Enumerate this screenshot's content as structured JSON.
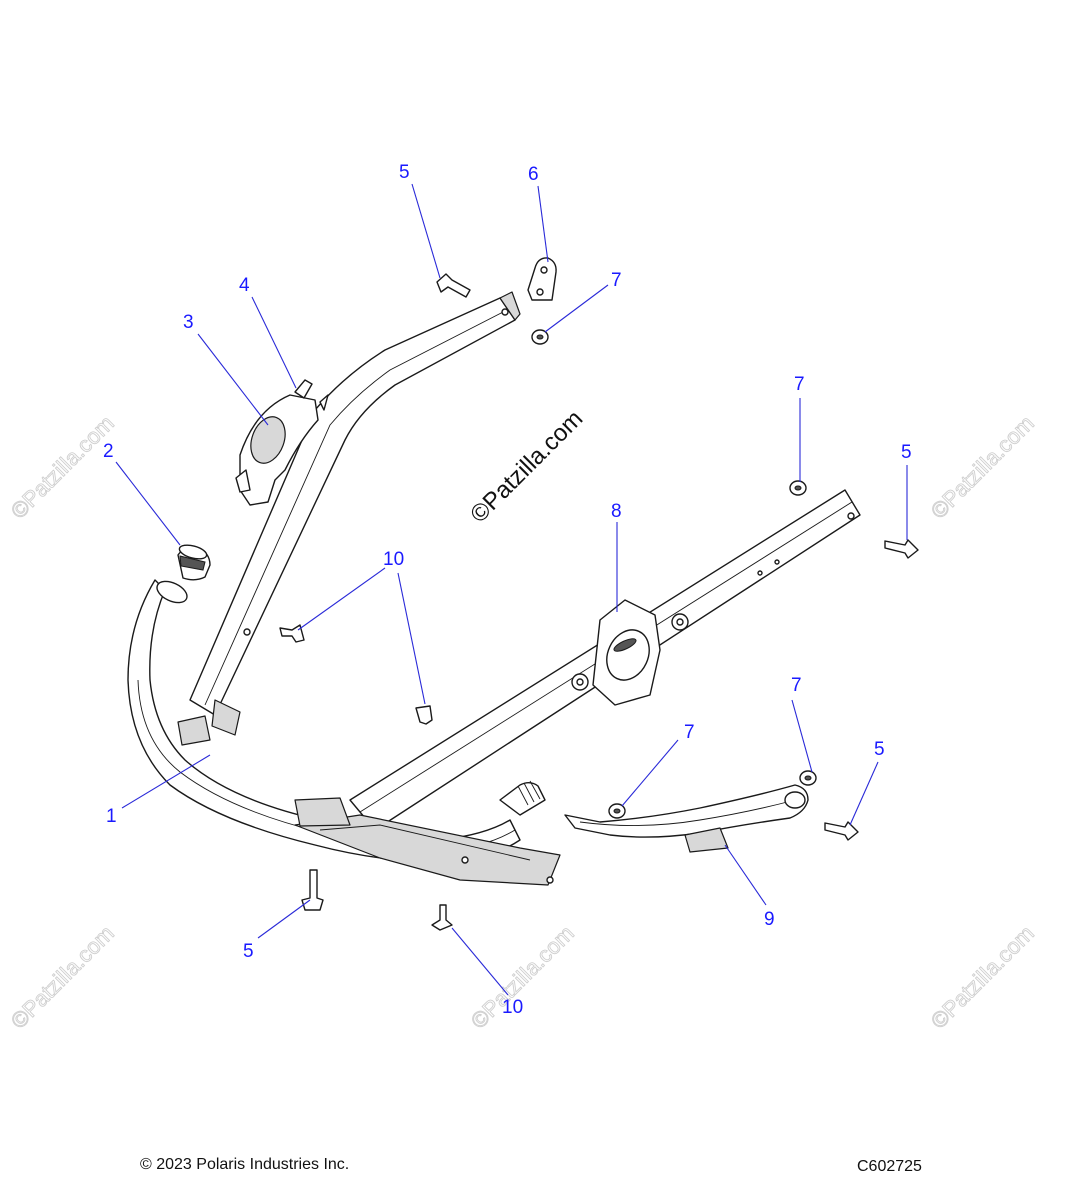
{
  "watermark": "©Patzilla.com",
  "callouts": {
    "c1": "1",
    "c2": "2",
    "c3": "3",
    "c4": "4",
    "c5a": "5",
    "c5b": "5",
    "c5c": "5",
    "c5d": "5",
    "c6": "6",
    "c7a": "7",
    "c7b": "7",
    "c7c": "7",
    "c7d": "7",
    "c8": "8",
    "c9": "9",
    "c10a": "10",
    "c10b": "10"
  },
  "footer": {
    "copyright": "© 2023 Polaris Industries Inc.",
    "code": "C602725"
  }
}
